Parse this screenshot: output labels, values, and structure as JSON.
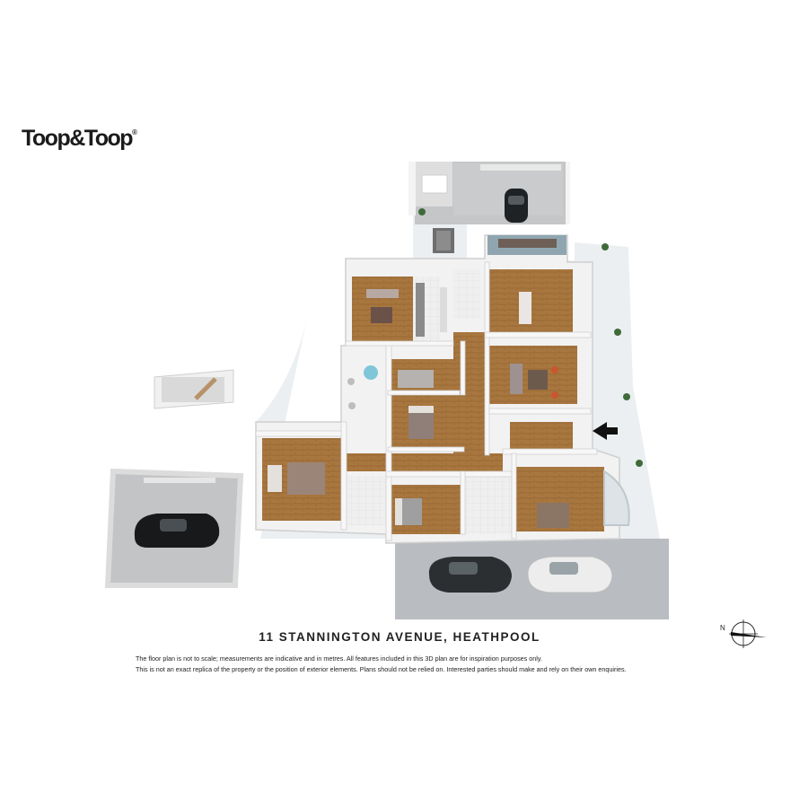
{
  "brand": {
    "logo_text": "Toop&Toop",
    "logo_mark": "®"
  },
  "property": {
    "address": "11 STANNINGTON AVENUE, HEATHPOOL"
  },
  "disclaimer": {
    "line1": "The floor plan is not to scale; measurements are indicative and in metres. All features included in this 3D plan are for inspiration purposes only.",
    "line2": "This is not an exact replica of the property or the position of exterior elements. Plans should not be relied on. Interested parties should make and rely on their own enquiries."
  },
  "compass": {
    "label": "N"
  },
  "colors": {
    "floor_wood": "#a8763f",
    "wall": "#f2f2f2",
    "wall_shadow": "#c9c9c9",
    "paving": "#e9ecee",
    "driveway": "#b9bcc0",
    "garage_floor": "#bfc1c3"
  },
  "icons": [
    "car-icon",
    "bed-icon",
    "sofa-icon",
    "dining-table-icon",
    "entry-arrow-icon",
    "plant-icon",
    "compass-icon"
  ]
}
